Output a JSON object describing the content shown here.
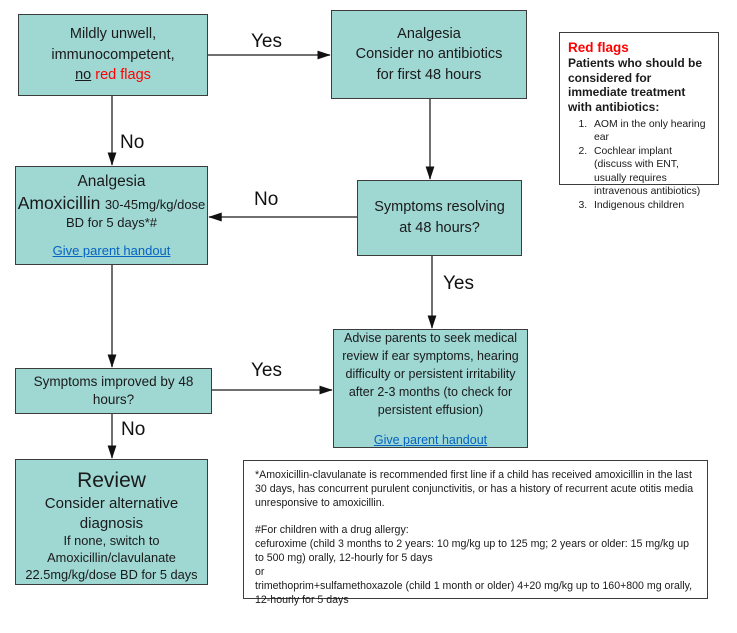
{
  "colors": {
    "node_fill": "#9FD7D3",
    "node_border": "#3C3C3C",
    "red_text": "#FF0000",
    "link_blue": "#0563C1",
    "arrow": "#1A1A1A"
  },
  "boxes": {
    "entry": {
      "line1": "Mildly unwell,",
      "line2": "immunocompetent,",
      "no_word": "no",
      "red_words": "red flags"
    },
    "analgesia_observe": {
      "line1": "Analgesia",
      "line2": "Consider no antibiotics",
      "line3": "for first 48 hours"
    },
    "red_flags": {
      "title": "Red flags",
      "subtitle": "Patients who should be considered for immediate treatment with antibiotics:",
      "items": [
        "AOM in the only hearing ear",
        "Cochlear implant (discuss with ENT, usually requires intravenous antibiotics)",
        "Indigenous children"
      ]
    },
    "analgesia_amoxicillin": {
      "line1": "Analgesia",
      "drug": "Amoxicillin",
      "dose": "30-45mg/kg/dose",
      "duration": "BD for 5 days*#",
      "link": "Give parent handout"
    },
    "symptoms_resolving": {
      "line1": "Symptoms resolving",
      "line2": "at 48 hours?"
    },
    "advise_parents": {
      "text": "Advise parents to seek medical review if ear symptoms, hearing difficulty or persistent irritability after 2-3 months (to check for persistent effusion)",
      "link": "Give parent handout"
    },
    "symptoms_improved": {
      "line1": "Symptoms improved by 48",
      "line2": "hours?"
    },
    "review": {
      "title": "Review",
      "line1": "Consider alternative",
      "line2": "diagnosis",
      "line3": "If none, switch to",
      "line4": "Amoxicillin/clavulanate",
      "line5": "22.5mg/kg/dose BD for 5 days"
    },
    "footnotes": {
      "para1": "*Amoxicillin-clavulanate is recommended first line if a child has received amoxicillin in the last 30 days, has concurrent purulent conjunctivitis, or has a history of recurrent acute otitis media unresponsive to amoxicillin.",
      "allergy_title": "#For children with a drug allergy:",
      "allergy_line1": "cefuroxime (child 3 months to 2 years: 10 mg/kg up to 125 mg; 2 years or older: 15 mg/kg up to 500 mg) orally, 12-hourly for 5 days",
      "or_word": "or",
      "allergy_line2": "trimethoprim+sulfamethoxazole (child 1 month or older) 4+20 mg/kg up to 160+800 mg orally, 12-hourly for 5 days"
    }
  },
  "arrow_labels": {
    "entry_yes": "Yes",
    "entry_no": "No",
    "resolving_no": "No",
    "resolving_yes": "Yes",
    "improved_yes": "Yes",
    "improved_no": "No"
  }
}
